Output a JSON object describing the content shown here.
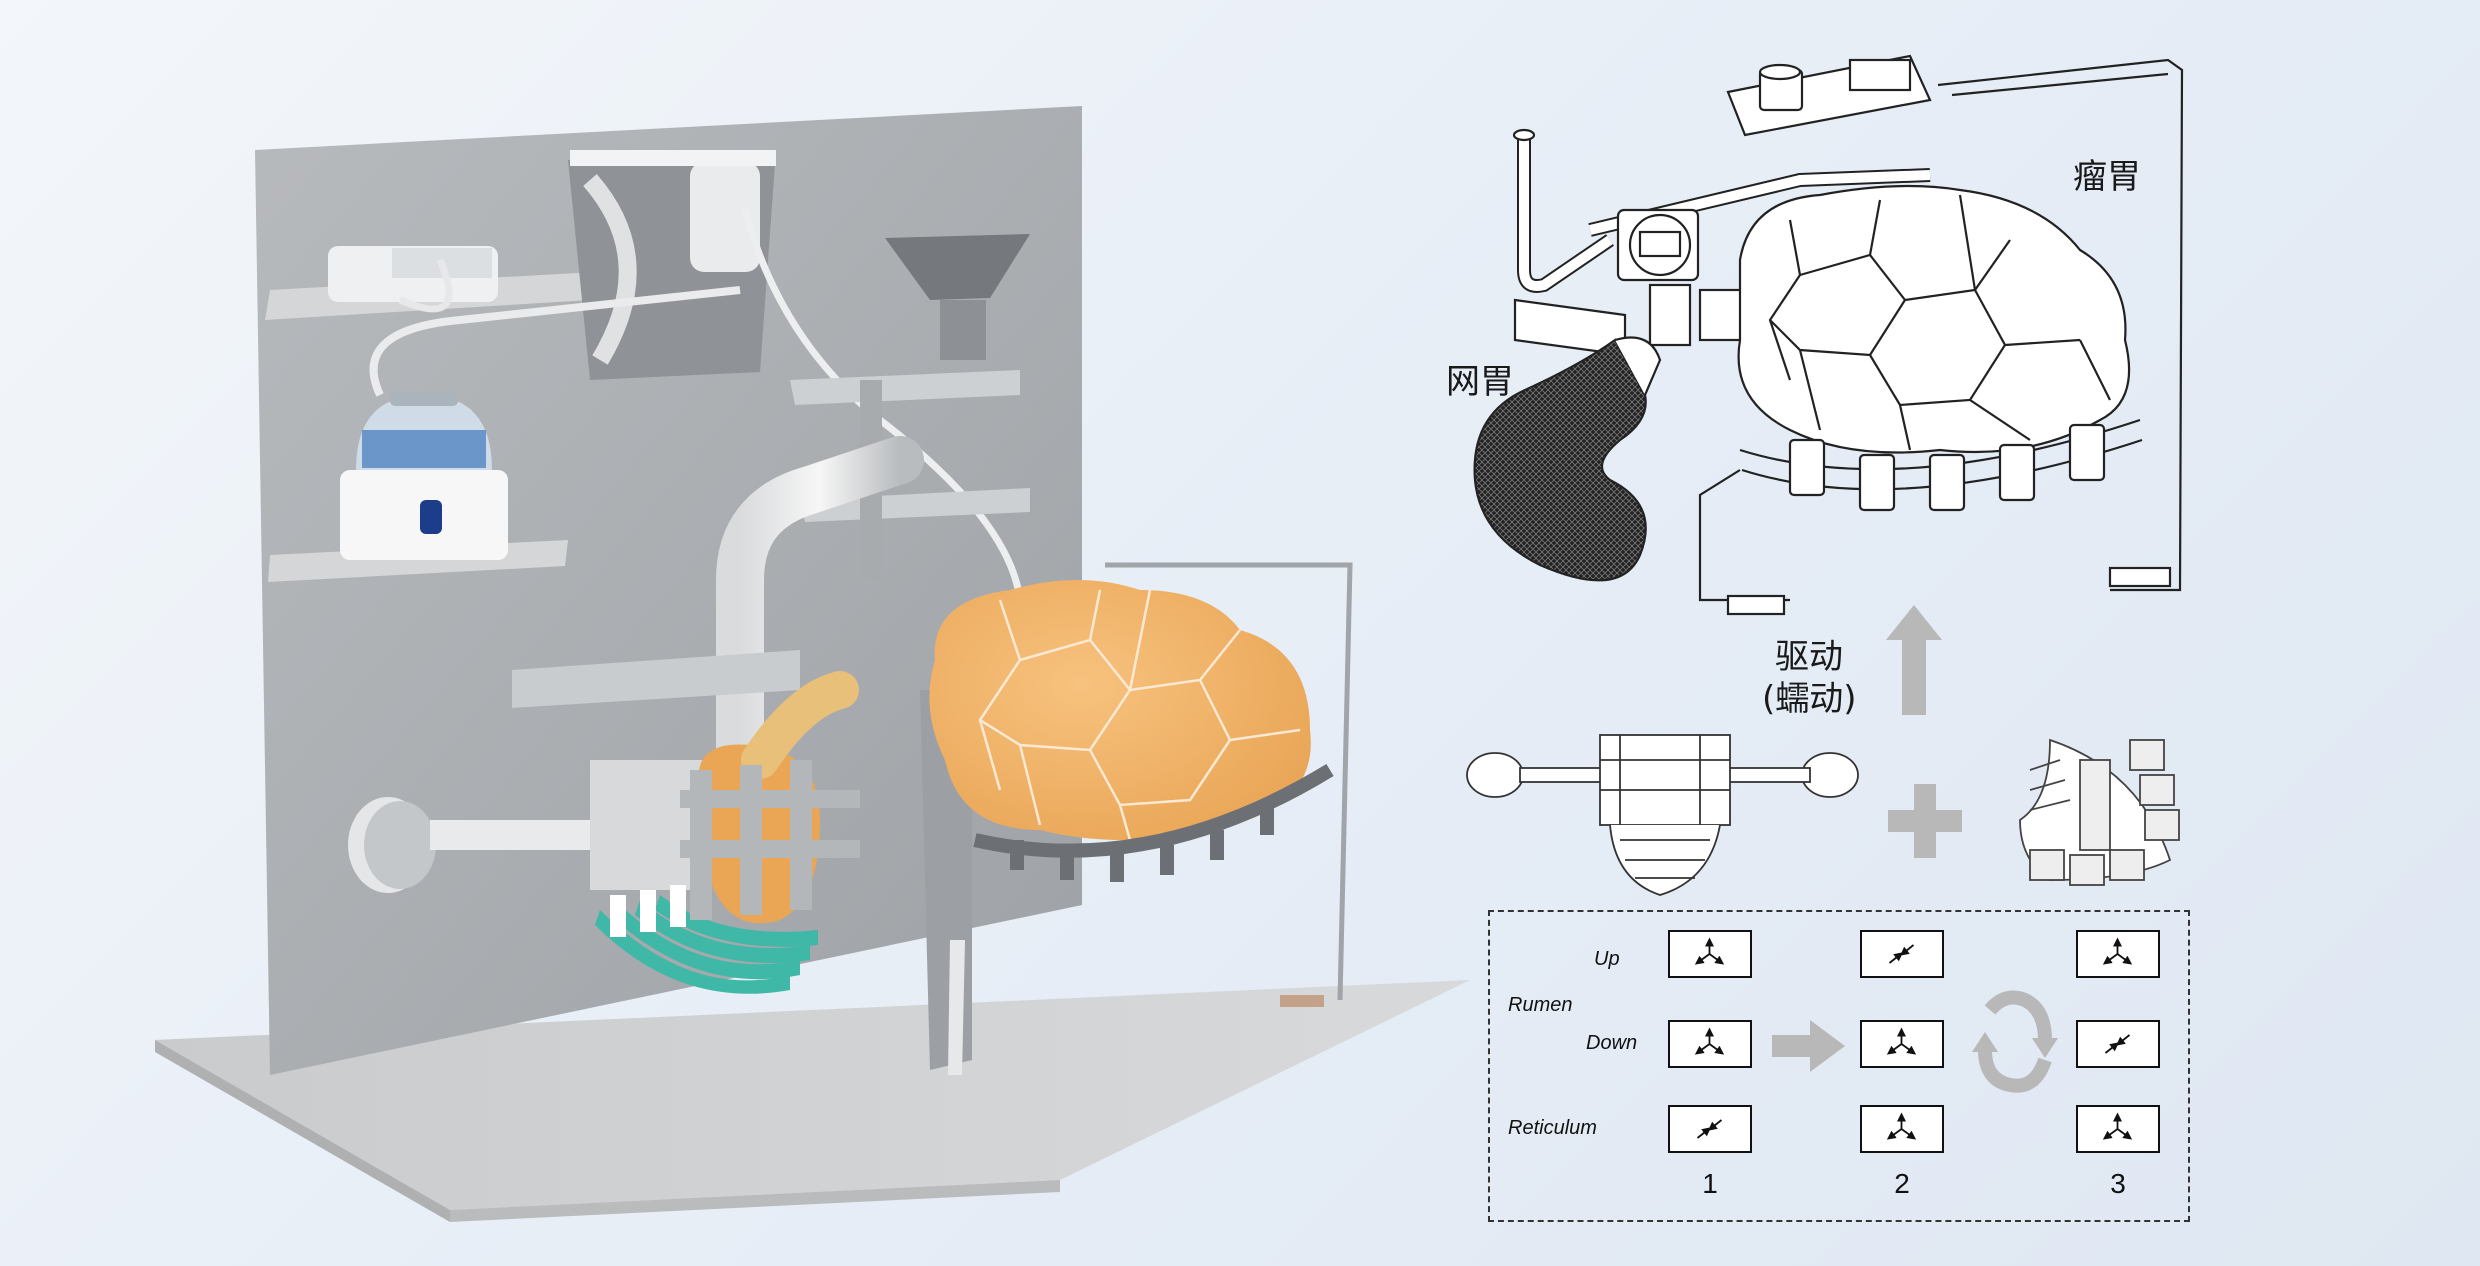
{
  "labels": {
    "rumen_cn": "瘤胃",
    "reticulum_cn": "网胃",
    "drive_line1": "驱动",
    "drive_line2": "(蠕动)"
  },
  "legend": {
    "rumen": "Rumen",
    "reticulum": "Reticulum",
    "up": "Up",
    "down": "Down",
    "columns": [
      "1",
      "2",
      "3"
    ],
    "states": {
      "up": [
        "expand",
        "contract",
        "expand"
      ],
      "down": [
        "expand",
        "expand",
        "contract"
      ],
      "reticulum": [
        "contract",
        "expand",
        "expand"
      ]
    }
  },
  "colors": {
    "rumen_orange": "#f3b36b",
    "reticulum_orange": "#eea75a",
    "teal": "#3fb8a8",
    "metal": "#a9acb0",
    "arrow_gray": "#b8b8b8",
    "outline": "#222222"
  }
}
